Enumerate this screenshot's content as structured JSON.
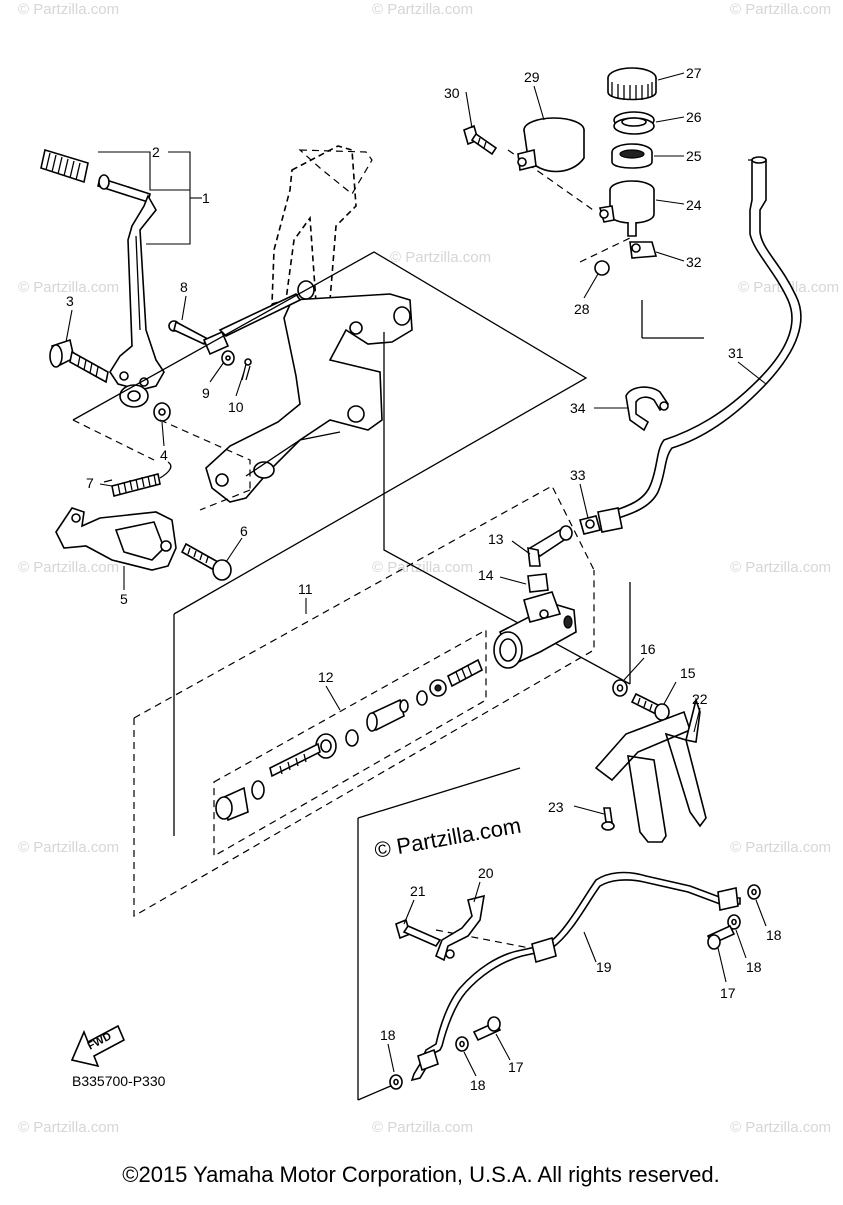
{
  "diagram_code": "B335700-P330",
  "fwd_label": "FWD",
  "watermark_main": "© Partzilla.com",
  "watermark_faint": "© Partzilla.com",
  "copyright": "©2015 Yamaha Motor Corporation, U.S.A. All rights reserved.",
  "callouts": [
    "1",
    "2",
    "3",
    "4",
    "5",
    "6",
    "7",
    "8",
    "9",
    "10",
    "11",
    "12",
    "13",
    "14",
    "15",
    "16",
    "17",
    "17",
    "18",
    "18",
    "18",
    "18",
    "19",
    "20",
    "21",
    "22",
    "23",
    "24",
    "25",
    "26",
    "27",
    "28",
    "29",
    "30",
    "31",
    "32",
    "33",
    "34"
  ]
}
